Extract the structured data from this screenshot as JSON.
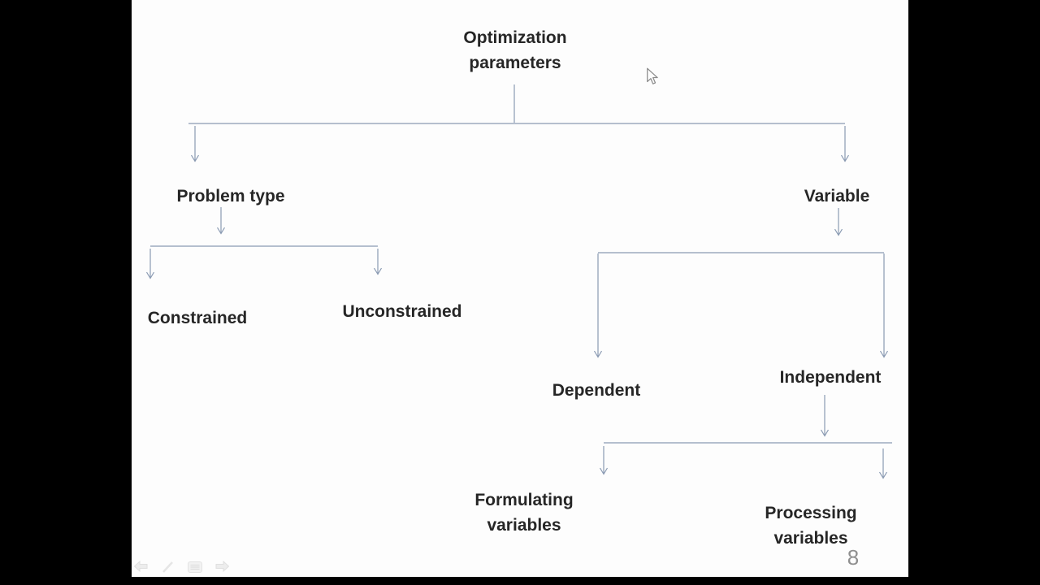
{
  "window": {
    "kind": "presentation-slideshow",
    "letterbox_color": "#000000",
    "slide_background": "#fdfdfd"
  },
  "slide": {
    "page_number": "8",
    "diagram": {
      "type": "tree",
      "line_color": "#8a9ab2",
      "text_color": "#262626",
      "page_number_color": "#8f8f8f",
      "root": {
        "label": "Optimization parameters",
        "children": [
          {
            "label": "Problem type",
            "children": [
              {
                "label": "Constrained"
              },
              {
                "label": "Unconstrained"
              }
            ]
          },
          {
            "label": "Variable",
            "children": [
              {
                "label": "Dependent"
              },
              {
                "label": "Independent",
                "children": [
                  {
                    "label": "Formulating variables"
                  },
                  {
                    "label": "Processing variables"
                  }
                ]
              }
            ]
          }
        ]
      }
    }
  },
  "presenter_toolbar": {
    "icons": [
      "previous-slide-icon",
      "pen-tools-icon",
      "slide-menu-icon",
      "next-slide-icon"
    ]
  }
}
